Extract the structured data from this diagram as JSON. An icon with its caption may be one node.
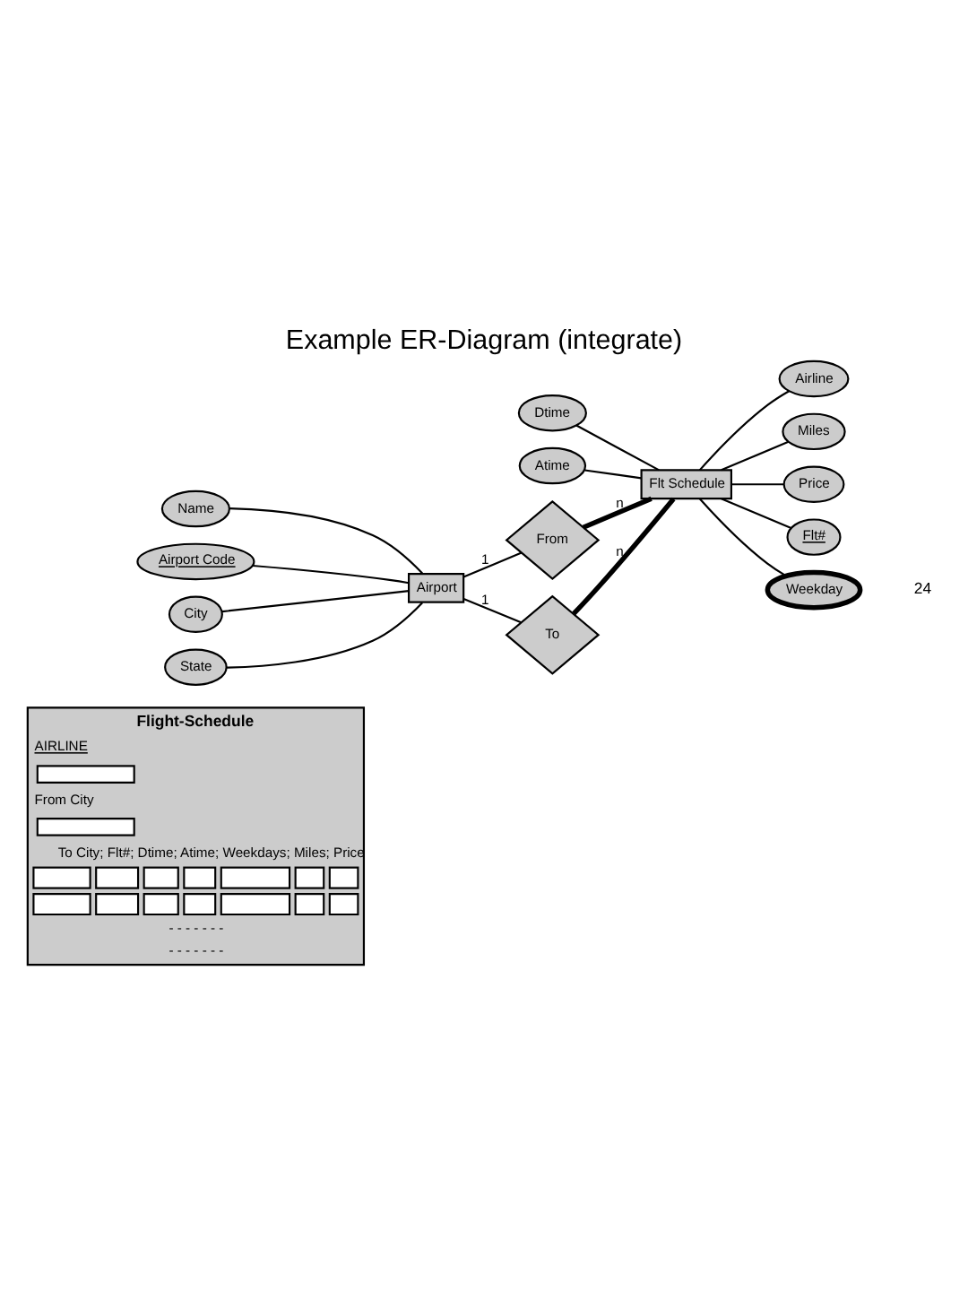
{
  "diagram": {
    "title": "Example ER-Diagram (integrate)",
    "nodes": [
      {
        "text": [
          "Flight-Schedule",
          "AIRLINE",
          "From City",
          "To City; Flt#; Dtime; Atime; Weekdays; Miles; Price",
          "- - - - - - -",
          "- - - - - - -"
        ]
      },
      {
        "text": [
          "Dtime"
        ]
      },
      {
        "text": [
          "Atime"
        ]
      },
      {
        "text": [
          "Name"
        ]
      },
      {
        "text": [
          "Airport Code"
        ]
      },
      {
        "text": [
          "From"
        ]
      },
      {
        "text": [
          "Airline"
        ]
      },
      {
        "text": [
          "Miles"
        ]
      },
      {
        "text": [
          "City"
        ]
      },
      {
        "text": [
          "Airport"
        ]
      },
      {
        "text": [
          "Flt Schedule"
        ]
      },
      {
        "text": [
          "State"
        ]
      },
      {
        "text": [
          "To"
        ]
      },
      {
        "text": [
          "Price"
        ]
      },
      {
        "text": [
          "Flt#"
        ]
      },
      {
        "text": [
          "Weekday"
        ]
      }
    ],
    "edges": [
      {
        "from": 3,
        "to": 9,
        "arrow": "none"
      },
      {
        "from": 8,
        "to": 9,
        "arrow": "none"
      },
      {
        "from": 11,
        "to": 9,
        "arrow": "none"
      },
      {
        "from": 4,
        "to": 9,
        "arrow": "none"
      },
      {
        "from": 9,
        "to": 5,
        "arrow": "none",
        "label": "1"
      },
      {
        "from": 9,
        "to": 12,
        "arrow": "none",
        "label": "1"
      },
      {
        "from": 5,
        "to": 10,
        "arrow": "none",
        "label": "n",
        "style": "thick"
      },
      {
        "from": 12,
        "to": 10,
        "arrow": "none",
        "label": "n",
        "style": "thick"
      },
      {
        "from": 1,
        "to": 10,
        "arrow": "none"
      },
      {
        "from": 2,
        "to": 10,
        "arrow": "none"
      },
      {
        "from": 10,
        "to": 6,
        "arrow": "none"
      },
      {
        "from": 10,
        "to": 7,
        "arrow": "none"
      },
      {
        "from": 10,
        "to": 13,
        "arrow": "none"
      },
      {
        "from": 10,
        "to": 14,
        "arrow": "none"
      },
      {
        "from": 10,
        "to": 15,
        "arrow": "none"
      }
    ],
    "labels": [
      "24"
    ]
  }
}
